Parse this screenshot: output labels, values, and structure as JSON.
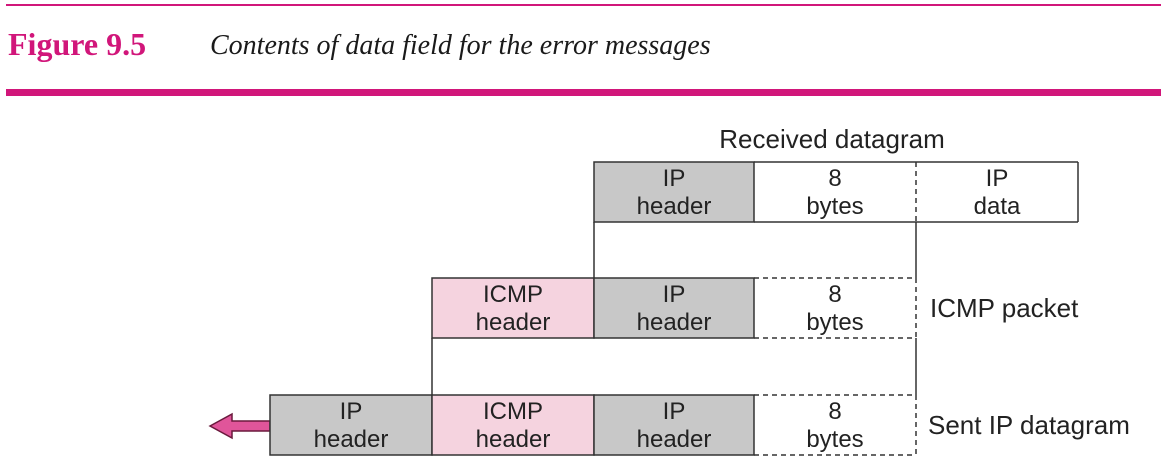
{
  "figure": {
    "number": "Figure 9.5",
    "caption": "Contents of data field for the error messages"
  },
  "labels": {
    "received_datagram": "Received datagram",
    "icmp_packet": "ICMP packet",
    "sent_ip_datagram": "Sent IP datagram"
  },
  "rows": {
    "received": {
      "ip_header": [
        "IP",
        "header"
      ],
      "eight_bytes": [
        "8",
        "bytes"
      ],
      "ip_data": [
        "IP",
        "data"
      ]
    },
    "icmp": {
      "icmp_header": [
        "ICMP",
        "header"
      ],
      "ip_header": [
        "IP",
        "header"
      ],
      "eight_bytes": [
        "8",
        "bytes"
      ]
    },
    "sent": {
      "ip_header_outer": [
        "IP",
        "header"
      ],
      "icmp_header": [
        "ICMP",
        "header"
      ],
      "ip_header": [
        "IP",
        "header"
      ],
      "eight_bytes": [
        "8",
        "bytes"
      ]
    }
  },
  "colors": {
    "accent": "#d1167a",
    "gray_fill": "#c8c8c8",
    "pink_fill": "#f5d3df",
    "arrow_fill": "#e0559a"
  }
}
